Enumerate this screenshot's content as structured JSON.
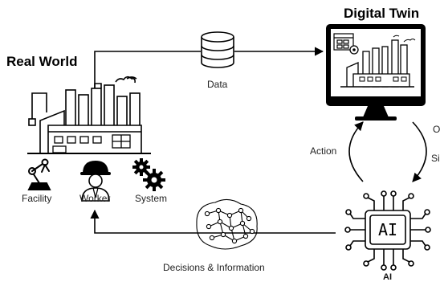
{
  "headings": {
    "real_world": "Real World",
    "digital_twin": "Digital Twin"
  },
  "labels": {
    "data": "Data",
    "action": "Action",
    "o_cut": "O",
    "si_cut": "Si",
    "facility": "Facility",
    "worker": "Worker",
    "system": "System",
    "decisions": "Decisions & Information",
    "ai_caption": "AI",
    "ai_chip": "AI"
  },
  "icons": [
    "factory-icon",
    "database-icon",
    "monitor-icon",
    "robot-arm-icon",
    "worker-icon",
    "gears-icon",
    "brain-network-icon",
    "ai-chip-icon"
  ],
  "colors": {
    "stroke": "#000000",
    "background": "#ffffff"
  }
}
